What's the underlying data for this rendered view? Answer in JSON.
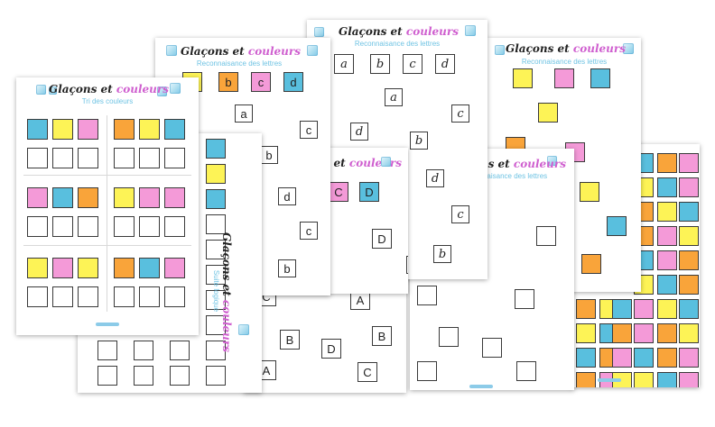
{
  "colors": {
    "blue": "#59bfde",
    "yellow": "#fdf356",
    "pink": "#f49ad8",
    "orange": "#f9a43a",
    "outline": "#3a3a3a",
    "title_accent": "#cf5fcf",
    "subtitle": "#6fc3e3"
  },
  "icons": [
    "ice-cube-icon"
  ],
  "sheets": {
    "sorting": {
      "title_part1": "Glaçons et",
      "title_part2": "couleurs",
      "subtitle": "Tri des couleurs"
    },
    "color_sequence": {
      "title_part1": "Glaçons et",
      "title_part2": "couleurs",
      "subtitle": "Suite logique"
    },
    "letters_a": {
      "title_part1": "Glaçons et",
      "title_part2": "couleurs",
      "subtitle": "Reconnaisance des lettres",
      "header_letters": [
        "b",
        "c",
        "d"
      ],
      "scattered_letters": [
        "a",
        "c",
        "b",
        "d",
        "c",
        "b"
      ]
    },
    "letters_b": {
      "title_part1": "Glaçons et",
      "title_part2": "couleurs",
      "subtitle": "Reconnaisance des lettres",
      "header_letters": [
        "a",
        "b",
        "c",
        "d"
      ],
      "scattered_letters": [
        "a",
        "c",
        "d",
        "b",
        "d",
        "c",
        "b"
      ]
    },
    "uppercase": {
      "title_part1": "Glaçons et",
      "title_part2": "couleurs",
      "header_letters": [
        "C",
        "D"
      ],
      "scattered_letters": [
        "D",
        "A",
        "C",
        "A",
        "B",
        "D",
        "B",
        "A",
        "C"
      ]
    },
    "letters_c": {
      "title_part1": "Glaçons et",
      "title_part2": "couleurs",
      "subtitle": "Reconnaisance des lettres"
    },
    "colors_grid": {
      "title_part1": "Glaçons et",
      "title_part2": "couleurs",
      "subtitle": "Reconnaisance des lettres"
    }
  }
}
